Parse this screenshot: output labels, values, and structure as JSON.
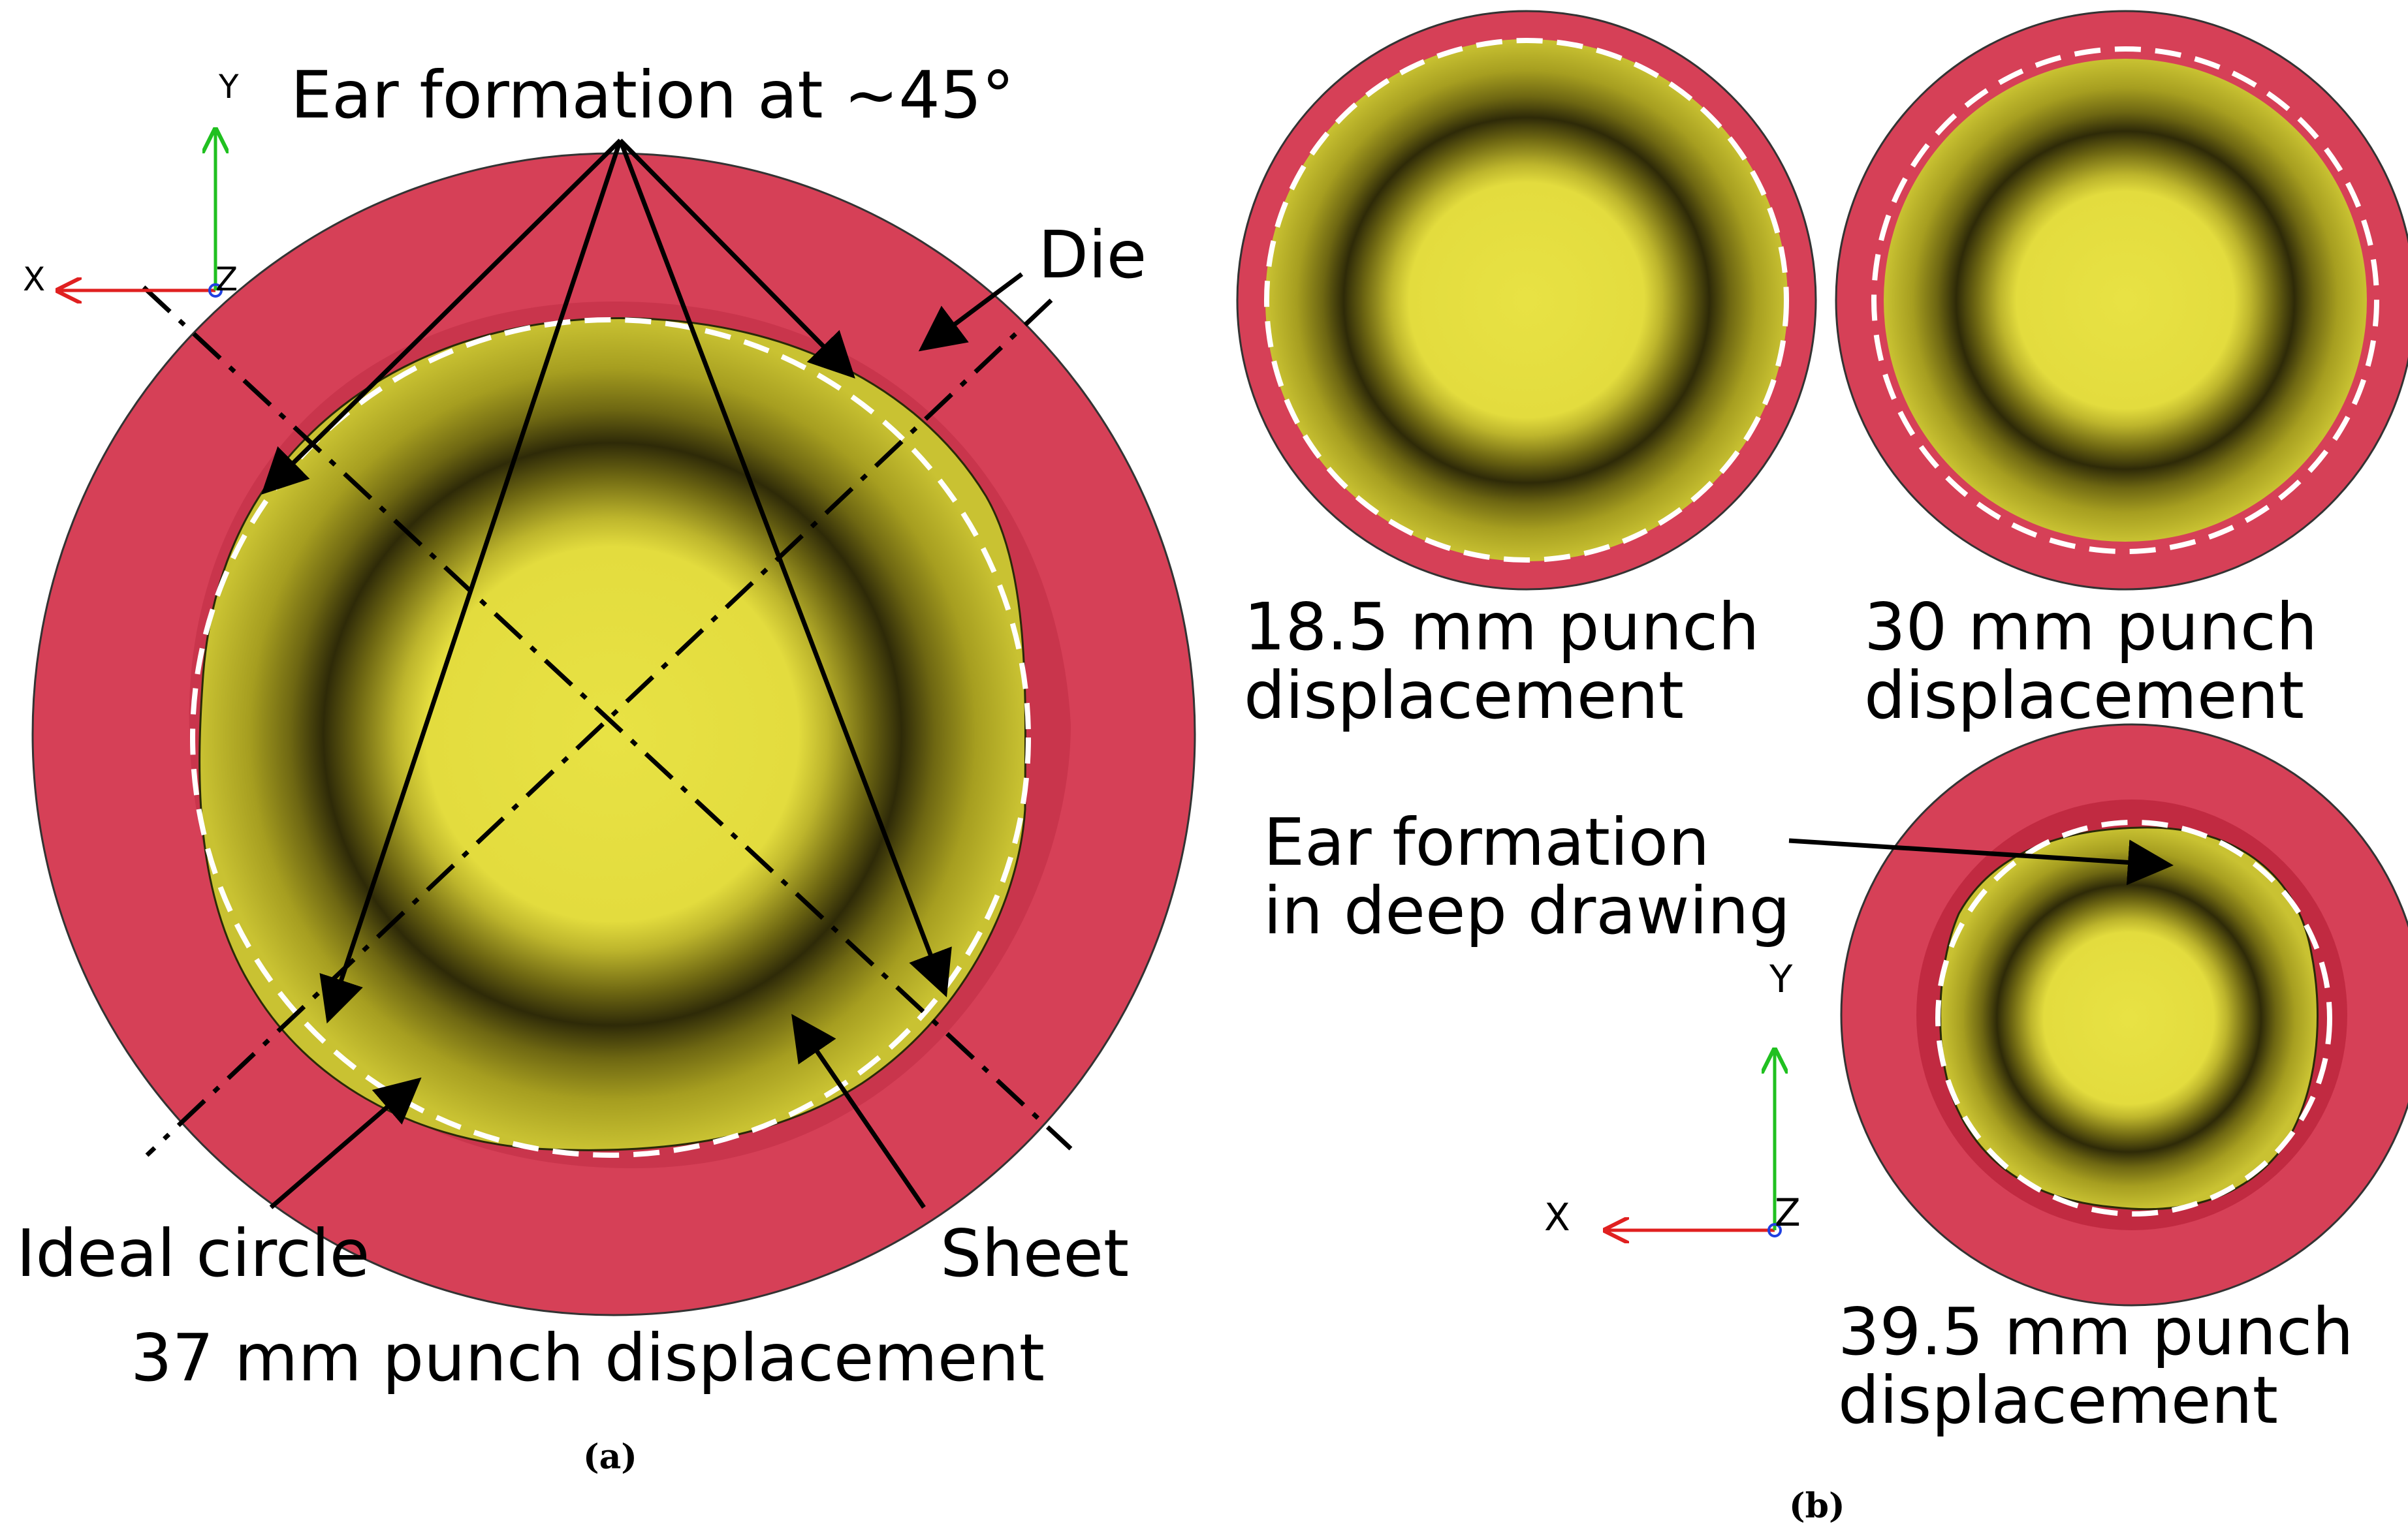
{
  "colors": {
    "die": "#d64057",
    "die_edge": "#b01830",
    "sheet_light": "#e6e040",
    "sheet_dark": "#2e2a08",
    "ideal_circle": "#ffffff",
    "axis_x": "#e02020",
    "axis_y": "#20c020",
    "axis_z": "#2040e0"
  },
  "panel_a": {
    "caption": "(a)",
    "top_annotation": "Ear formation at ~45°",
    "die_label": "Die",
    "ideal_circle_label": "Ideal circle",
    "sheet_label": "Sheet",
    "displacement_label": "37 mm punch displacement",
    "axes": {
      "x": "X",
      "y": "Y",
      "z": "Z"
    }
  },
  "panel_b": {
    "caption": "(b)",
    "views": [
      {
        "line1": "18.5 mm punch",
        "line2": "displacement"
      },
      {
        "line1": "30 mm punch",
        "line2": "displacement"
      },
      {
        "line1": "39.5 mm punch",
        "line2": "displacement"
      }
    ],
    "ear_label_line1": "Ear formation",
    "ear_label_line2": "in deep drawing",
    "axes": {
      "x": "X",
      "y": "Y",
      "z": "Z"
    }
  }
}
